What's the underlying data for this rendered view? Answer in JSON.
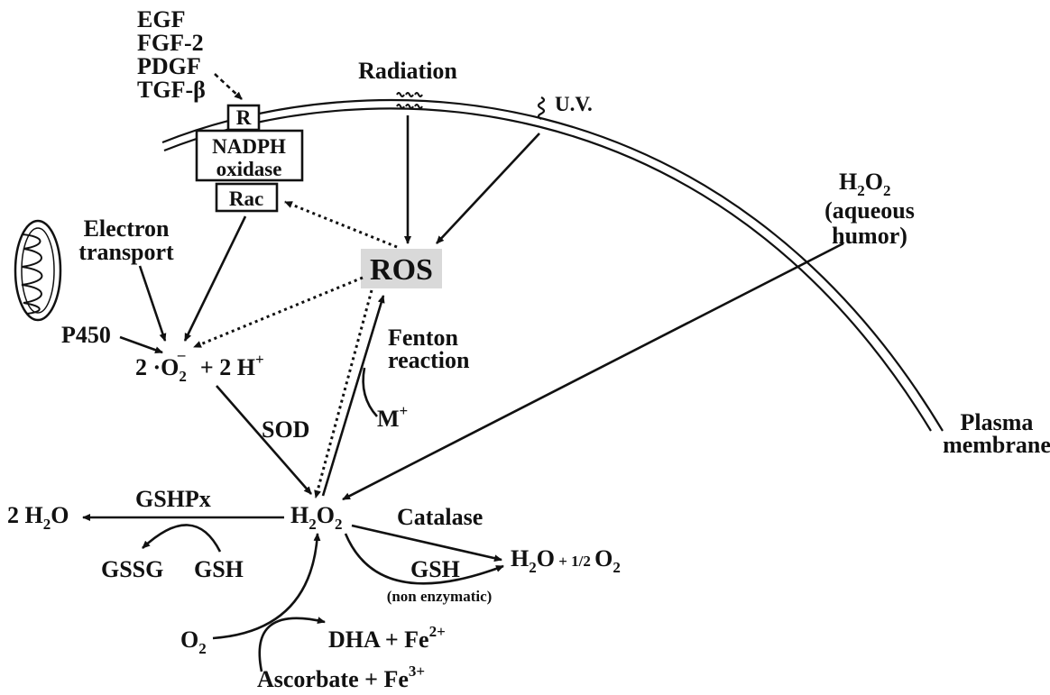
{
  "growth_factors": [
    "EGF",
    "FGF-2",
    "PDGF",
    "TGF-β"
  ],
  "receptor": "R",
  "nadph_oxidase": [
    "NADPH",
    "oxidase"
  ],
  "rac": "Rac",
  "radiation": "Radiation",
  "uv": "U.V.",
  "h2o2_source": {
    "formula": "H",
    "sub": "2",
    "formula2": "O",
    "sub2": "2",
    "line2": "(aqueous",
    "line3": "humor)"
  },
  "electron_transport": [
    "Electron",
    "transport"
  ],
  "ros": "ROS",
  "p450": "P450",
  "superoxide": {
    "coef": "2 ",
    "o": "O",
    "sub": "2",
    "sup": "–",
    "rest": "+ 2 H",
    "hplus": "+"
  },
  "fenton": [
    "Fenton",
    "reaction"
  ],
  "metal": {
    "m": "M",
    "sup": "+"
  },
  "sod": "SOD",
  "plasma_membrane": [
    "Plasma",
    "membrane"
  ],
  "gshpx": "GSHPx",
  "water_left": {
    "pre": "2 H",
    "sub": "2",
    "post": "O"
  },
  "h2o2_center": {
    "h": "H",
    "sub1": "2",
    "o": "O",
    "sub2": "2"
  },
  "catalase": "Catalase",
  "gssg": "GSSG",
  "gsh_left": "GSH",
  "gsh_right": "GSH",
  "non_enzymatic": "(non enzymatic)",
  "products_right": {
    "w": "H",
    "sub": "2",
    "o": "O",
    "half": " + 1/2 ",
    "o2": "O",
    "sub2": "2"
  },
  "o2_left": {
    "o": "O",
    "sub": "2"
  },
  "dha": {
    "text": "DHA + Fe",
    "sup": "2+"
  },
  "ascorbate": {
    "text": "Ascorbate + Fe",
    "sup": "3+"
  }
}
